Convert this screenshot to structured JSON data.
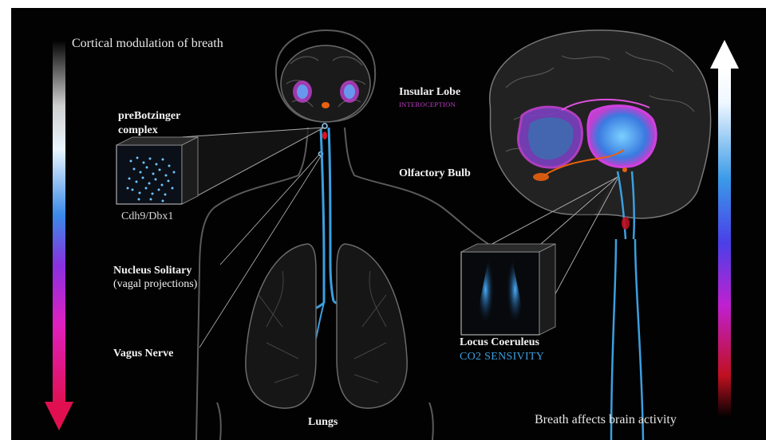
{
  "labels": {
    "cortical_modulation": "Cortical modulation of breath",
    "breath_affects": "Breath affects brain activity",
    "prebotzinger_line1": "preBotzinger",
    "prebotzinger_line2": "complex",
    "cdh9": "Cdh9/Dbx1",
    "nucleus_solitary": "Nucleus Solitary",
    "vagal_projections": "(vagal projections)",
    "vagus_nerve": "Vagus Nerve",
    "lungs": "Lungs",
    "insular_lobe": "Insular Lobe",
    "interoception": "INTEROCEPTION",
    "olfactory_bulb": "Olfactory Bulb",
    "locus_coeruleus": "Locus Coeruleus",
    "co2_sensivity": "CO2 SENSIVITY"
  },
  "colors": {
    "background": "#020202",
    "nerve_blue": "#3c9fe0",
    "magenta": "#c040c8",
    "red": "#e01050",
    "orange": "#e86010"
  }
}
